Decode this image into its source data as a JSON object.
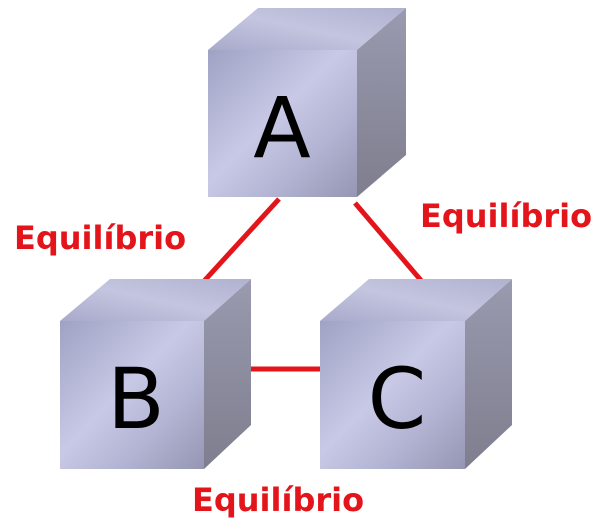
{
  "cubes": {
    "a": {
      "label": "A"
    },
    "b": {
      "label": "B"
    },
    "c": {
      "label": "C"
    }
  },
  "links": {
    "a_b": {
      "label": "Equilíbrio"
    },
    "a_c": {
      "label": "Equilíbrio"
    },
    "b_c": {
      "label": "Equilíbrio"
    }
  },
  "colors": {
    "link": "#e4141b",
    "label": "#e4141b",
    "cube_front_base": "#a4a6c6",
    "cube_front_highlight": "#c9cae8",
    "cube_top": "#b6b7d4",
    "cube_side": "#8e8e9c"
  }
}
